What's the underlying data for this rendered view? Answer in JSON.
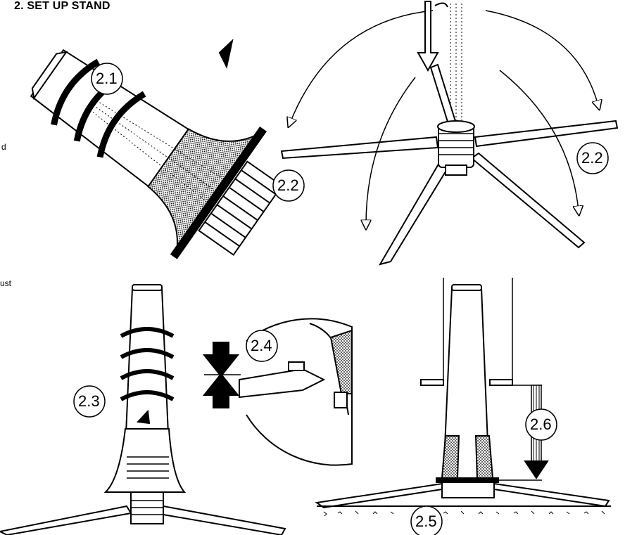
{
  "title": "2. SET UP STAND",
  "margin_fragments": [
    "d",
    "ust"
  ],
  "step_labels": {
    "s21": "2.1",
    "s22a": "2.2",
    "s22b": "2.2",
    "s23": "2.3",
    "s24": "2.4",
    "s25": "2.5",
    "s26": "2.6"
  },
  "colors": {
    "ink": "#000000",
    "paper": "#ffffff"
  }
}
